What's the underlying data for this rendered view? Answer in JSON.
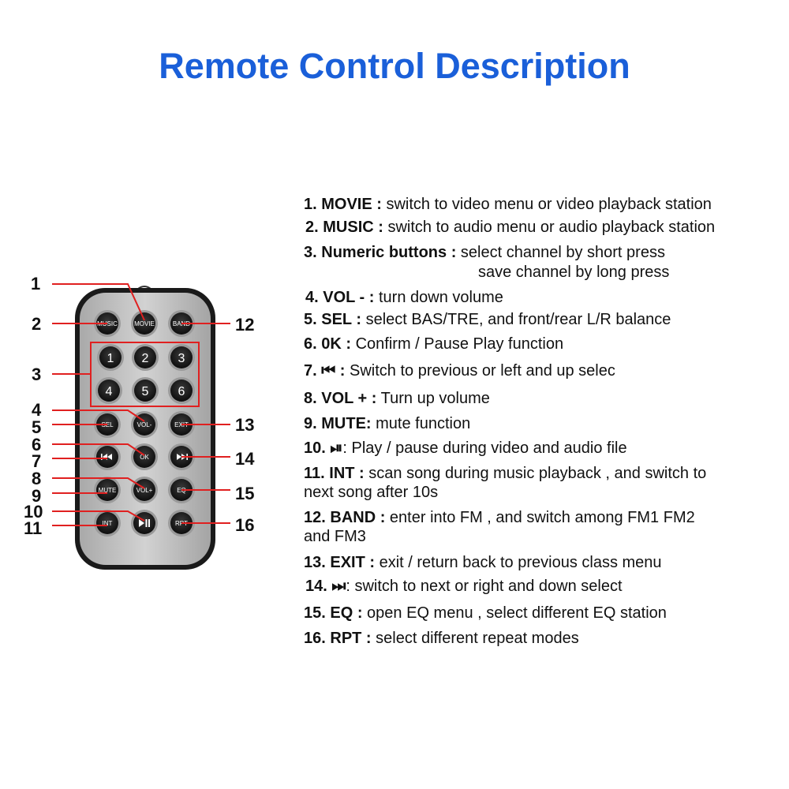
{
  "title": "Remote Control Description",
  "remote": {
    "buttons": {
      "music": "MUSIC",
      "movie": "MOVIE",
      "band": "BAND",
      "n1": "1",
      "n2": "2",
      "n3": "3",
      "n4": "4",
      "n5": "5",
      "n6": "6",
      "sel": "SEL",
      "vol_minus": "VOL-",
      "exit": "EXIT",
      "ok": "OK",
      "mute": "MUTE",
      "vol_plus": "VOL+",
      "eq": "EQ",
      "int": "INT",
      "rpt": "RPT"
    },
    "callouts": [
      "1",
      "2",
      "3",
      "4",
      "5",
      "6",
      "7",
      "8",
      "9",
      "10",
      "11",
      "12",
      "13",
      "14",
      "15",
      "16"
    ]
  },
  "descriptions": [
    {
      "num": "1.",
      "key": "MOVIE :",
      "text": " switch to video menu or video playback station"
    },
    {
      "num": "2.",
      "key": "MUSIC :",
      "text": " switch to audio menu or audio playback station"
    },
    {
      "num": "3.",
      "key": "Numeric buttons :",
      "text": " select channel by short press",
      "cont": "save channel by long press"
    },
    {
      "num": "4.",
      "key": "VOL - :",
      "text": " turn down volume"
    },
    {
      "num": "5.",
      "key": "SEL :",
      "text": " select BAS/TRE, and front/rear L/R balance"
    },
    {
      "num": "6.",
      "key": "0K :",
      "text": " Confirm / Pause Play function"
    },
    {
      "num": "7.",
      "key": "⏮ :",
      "text": " Switch to previous or left and up selec"
    },
    {
      "num": "8.",
      "key": "VOL + :",
      "text": " Turn up volume"
    },
    {
      "num": "9.",
      "key": "MUTE:",
      "text": " mute function"
    },
    {
      "num": "10.",
      "key": "⏯",
      "text": ": Play / pause during video and audio file"
    },
    {
      "num": "11.",
      "key": "INT :",
      "text": " scan song during music playback , and switch to",
      "cont": "next song after 10s"
    },
    {
      "num": "12.",
      "key": "BAND :",
      "text": " enter into FM , and switch among FM1 FM2",
      "cont": "and FM3"
    },
    {
      "num": "13.",
      "key": "EXIT :",
      "text": " exit / return back to previous class menu"
    },
    {
      "num": "14.",
      "key": "⏭",
      "text": ": switch to next or right and down select"
    },
    {
      "num": "15.",
      "key": "EQ :",
      "text": " open EQ menu , select different EQ station"
    },
    {
      "num": "16.",
      "key": "RPT :",
      "text": " select different repeat modes"
    }
  ]
}
